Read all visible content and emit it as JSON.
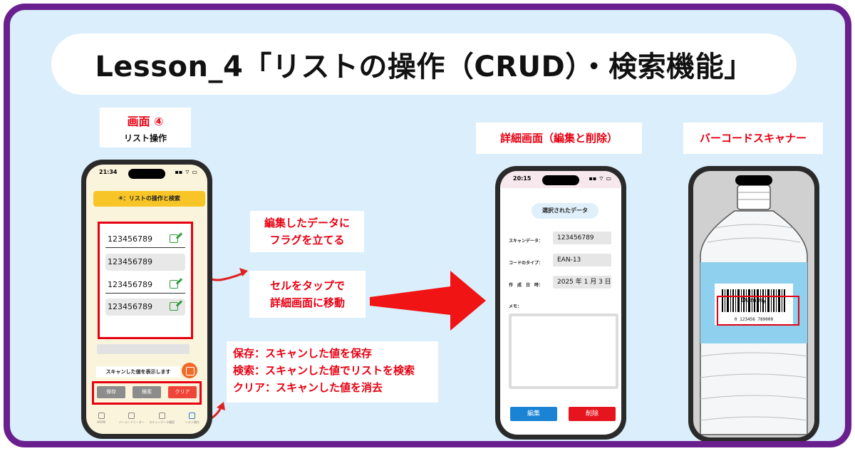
{
  "title": "Lesson_4「リストの操作（CRUD）・検索機能」",
  "labels": {
    "screen_title": "画面 ④",
    "screen_subtitle": "リスト操作",
    "detail_title": "詳細画面（編集と削除）",
    "scanner_title": "バーコードスキャナー"
  },
  "callouts": {
    "flag": [
      "編集したデータに",
      "フラグを立てる"
    ],
    "tap": [
      "セルをタップで",
      "詳細画面に移動"
    ],
    "buttons": [
      "保存：スキャンした値を保存",
      "検索：スキャンした値でリストを検索",
      "クリア：スキャンした値を消去"
    ]
  },
  "phone_list": {
    "time": "21:34",
    "header": "④：リストの操作と検索",
    "rows": [
      "123456789",
      "123456789",
      "123456789",
      "123456789"
    ],
    "scan_text": "スキャンした値を表示します",
    "buttons": {
      "save": "保存",
      "search": "検索",
      "clear": "クリア"
    },
    "tabs": [
      "HOME",
      "バーコードリーダー",
      "スキャンデータ履歴",
      "リスト操作"
    ],
    "colors": {
      "header": "#f7c528",
      "button_grey": "#8c8c8c",
      "button_red": "#f04438"
    }
  },
  "phone_detail": {
    "time": "20:15",
    "heading": "選択されたデータ",
    "fields": [
      {
        "label": "スキャンデータ：",
        "value": "123456789"
      },
      {
        "label": "コードのタイプ：",
        "value": "EAN-13"
      },
      {
        "label": "作　成　日　時：",
        "value": "2025 年 1 月 3 日"
      }
    ],
    "memo_label": "メモ：",
    "edit_button": "編集",
    "delete_button": "削除",
    "colors": {
      "edit": "#1b83d4",
      "delete": "#e6141e"
    }
  },
  "phone_scanner": {
    "barcode_label": "Dummy",
    "barcode_digits": "0 123456 789000"
  }
}
